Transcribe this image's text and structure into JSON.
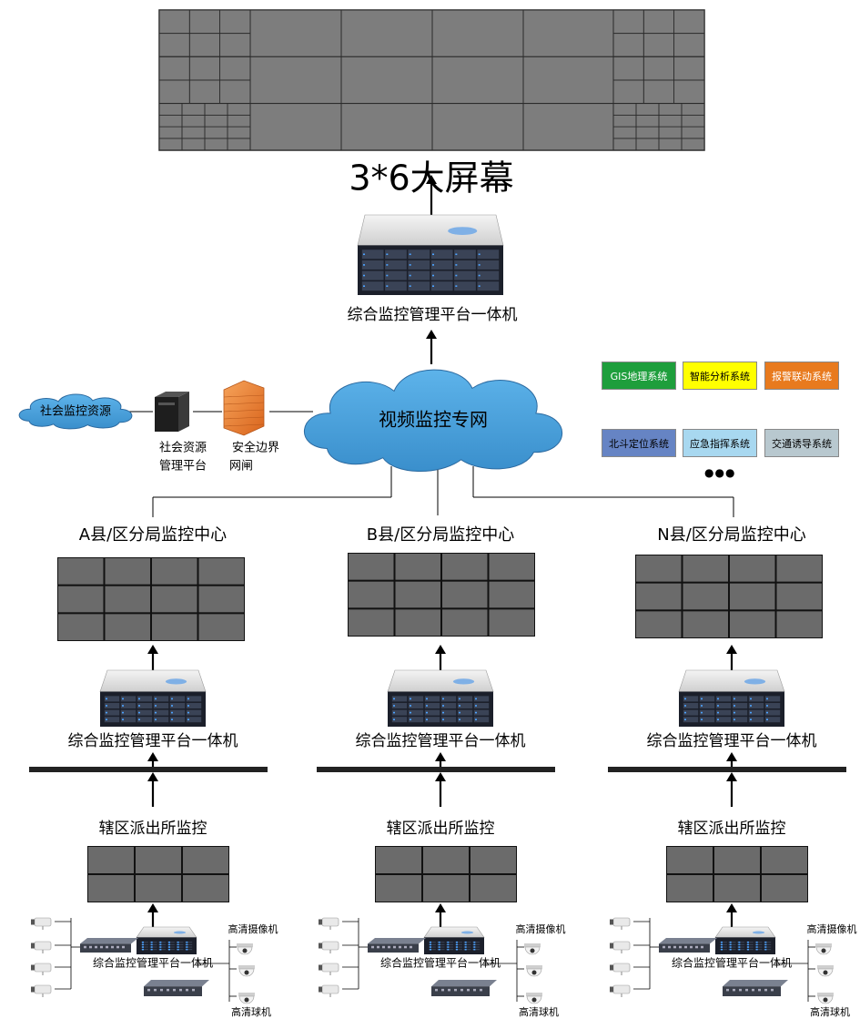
{
  "top": {
    "big_screen_label": "3*6大屏幕",
    "server_label": "综合监控管理平台一体机"
  },
  "network": {
    "cloud_label": "视频监控专网",
    "social_cloud_label": "社会监控资源",
    "social_platform_label_1": "社会资源",
    "social_platform_label_2": "管理平台",
    "gateway_label_1": "安全边界",
    "gateway_label_2": "网闸"
  },
  "systems": [
    {
      "label": "GIS地理系统",
      "color": "#1e9e3c",
      "text_color": "#ffffff"
    },
    {
      "label": "智能分析系统",
      "color": "#ffff00",
      "text_color": "#000000"
    },
    {
      "label": "报警联动系统",
      "color": "#e87a1e",
      "text_color": "#ffffff"
    },
    {
      "label": "北斗定位系统",
      "color": "#6684c4",
      "text_color": "#000000"
    },
    {
      "label": "应急指挥系统",
      "color": "#a8d8f0",
      "text_color": "#000000"
    },
    {
      "label": "交通诱导系统",
      "color": "#b8c8cf",
      "text_color": "#000000"
    }
  ],
  "more_label": "●●●",
  "branches": [
    {
      "center_label": "A县/区分局监控中心",
      "server_label": "综合监控管理平台一体机",
      "station_label": "辖区派出所监控",
      "small_server_label": "综合监控管理平台一体机",
      "camera_label": "高清摄像机",
      "dome_label": "高清球机"
    },
    {
      "center_label": "B县/区分局监控中心",
      "server_label": "综合监控管理平台一体机",
      "station_label": "辖区派出所监控",
      "small_server_label": "综合监控管理平台一体机",
      "camera_label": "高清摄像机",
      "dome_label": "高清球机"
    },
    {
      "center_label": "N县/区分局监控中心",
      "server_label": "综合监控管理平台一体机",
      "station_label": "辖区派出所监控",
      "small_server_label": "综合监控管理平台一体机",
      "camera_label": "高清摄像机",
      "dome_label": "高清球机"
    }
  ],
  "colors": {
    "screen_tile": "#6b6b6b",
    "big_screen": "#7a7a7a",
    "cloud": "#4aa3df",
    "bus": "#222222"
  }
}
